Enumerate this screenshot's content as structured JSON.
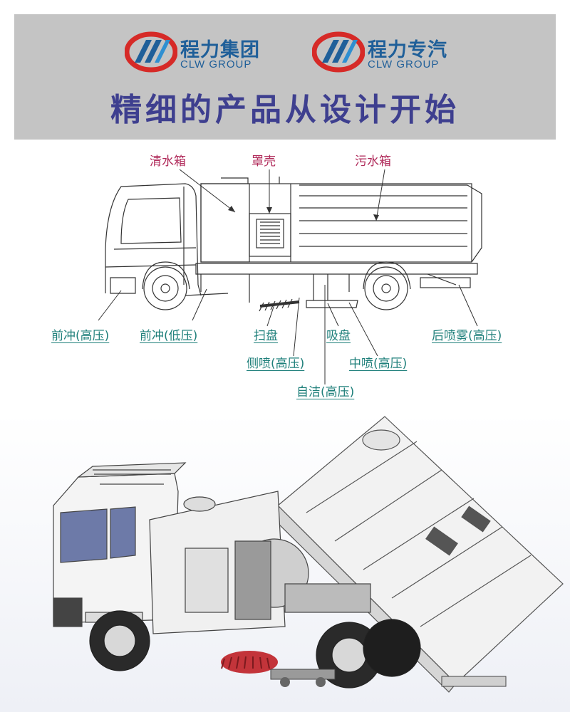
{
  "header": {
    "logos": [
      {
        "cn": "程力集团",
        "en": "CLW GROUP"
      },
      {
        "cn": "程力专汽",
        "en": "CLW GROUP"
      }
    ],
    "slogan": "精细的产品从设计开始"
  },
  "diagram": {
    "top_labels": [
      "清水箱",
      "罩壳",
      "污水箱"
    ],
    "bottom_labels": [
      "前冲(高压)",
      "前冲(低压)",
      "扫盘",
      "吸盘",
      "后喷雾(高压)",
      "侧喷(高压)",
      "中喷(高压)",
      "自洁(高压)"
    ]
  },
  "colors": {
    "header_bg": "#c4c4c4",
    "logo_blue": "#1f5f99",
    "logo_red": "#d62a27",
    "slogan": "#3e3f8f",
    "label_top": "#b02a5a",
    "label_bottom": "#1e7f7a"
  }
}
